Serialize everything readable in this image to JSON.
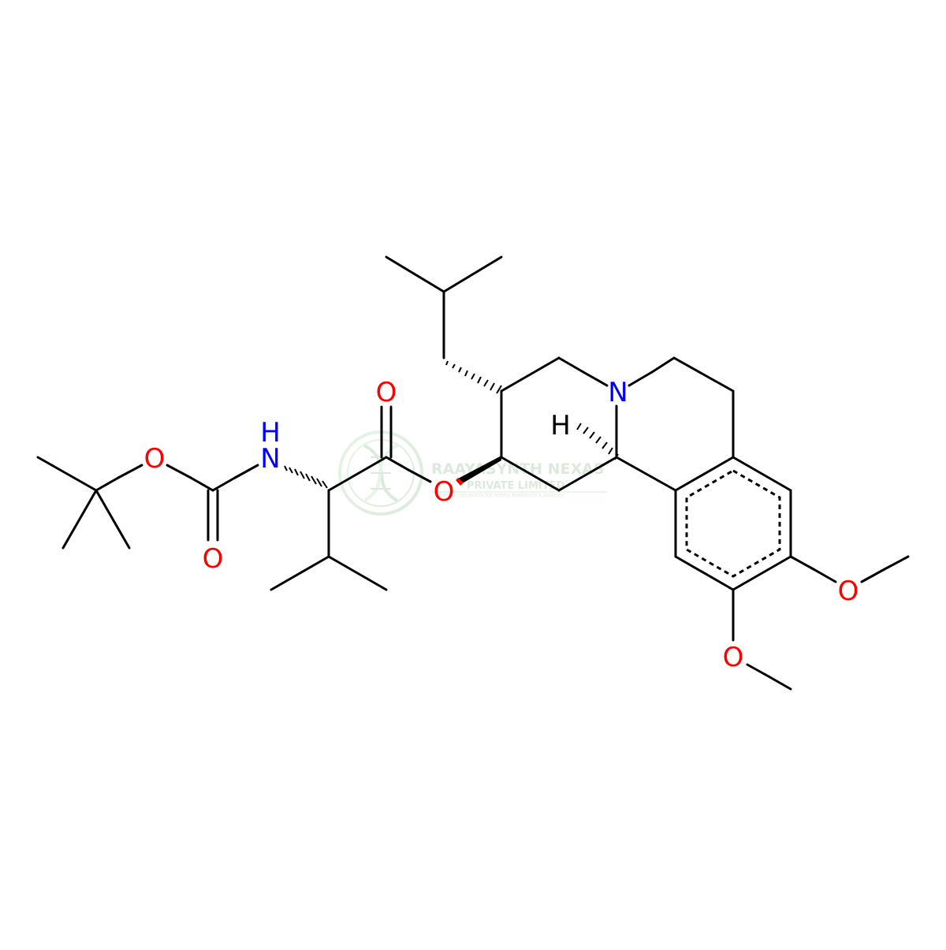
{
  "molecule": {
    "colors": {
      "bond": "#000000",
      "oxygen": "#ff0000",
      "nitrogen": "#0000ff",
      "hydrogen": "#000000",
      "background": "#ffffff"
    },
    "atom_labels": {
      "o_boc_ether": "O",
      "o_boc_carbonyl": "O",
      "n_amide": "N",
      "h_amide": "H",
      "o_ester_carbonyl": "O",
      "o_ester": "O",
      "n_ring": "N",
      "h_stereo": "H",
      "o_methoxy_1": "O",
      "o_methoxy_2": "O"
    }
  },
  "watermark": {
    "name": "RAAYASYNTH NEXAS",
    "subtitle": "PRIVATE LIMITED",
    "tagline": "Reliable solutions for every molecule's journey",
    "logo_icon": "dna-helix-icon"
  }
}
